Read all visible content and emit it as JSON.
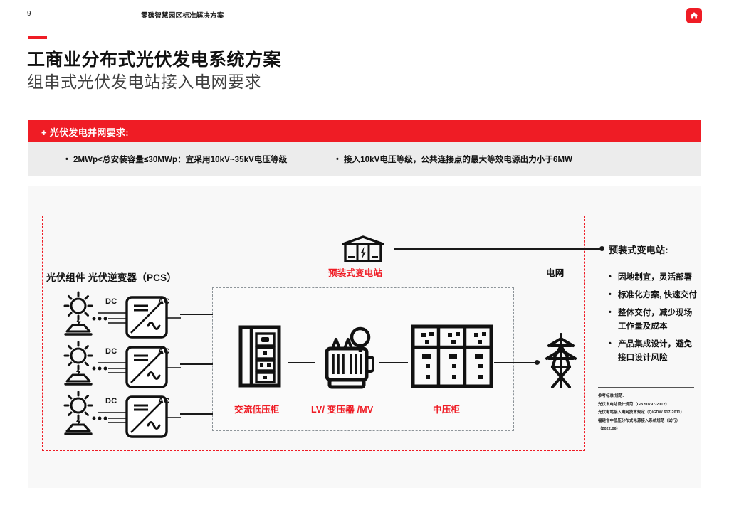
{
  "header": {
    "page_number": "9",
    "doc_title": "零碳智慧园区标准解决方案",
    "logo_icon": "home-icon"
  },
  "title": {
    "main": "工商业分布式光伏发电系统方案",
    "sub": "组串式光伏发电站接入电网要求"
  },
  "requirements": {
    "band_label": "+ 光伏发电并网要求:",
    "items": [
      "2MWp<总安装容量≤30MWp：宜采用10kV~35kV电压等级",
      "接入10kV电压等级，公共连接点的最大等效电源出力小于6MW"
    ]
  },
  "diagram": {
    "pv_row_label": "光伏组件  光伏逆变器（PCS）",
    "grid_label": "电网",
    "substation_label": "预装式变电站",
    "dc_label": "DC",
    "ac_label": "AC",
    "equipment": [
      {
        "name": "ac-low-voltage-cabinet",
        "label": "交流低压柜"
      },
      {
        "name": "transformer",
        "label": "LV/ 变压器 /MV"
      },
      {
        "name": "medium-voltage-cabinet",
        "label": "中压柜"
      }
    ]
  },
  "info_panel": {
    "title": "预装式变电站:",
    "bullets": [
      "因地制宜，灵活部署",
      "标准化方案, 快速交付",
      "整体交付，减少现场工作量及成本",
      "产品集成设计，避免接口设计风险"
    ],
    "references_heading": "参考标准/规范:",
    "references": [
      "光伏发电站设计规范（GB 50797-2012）",
      "光伏电站接入电网技术规定（Q/GDW 617-2011）",
      "福建省中低压分布式电源接入系统规范（试行）",
      "（2022.06）"
    ]
  },
  "colors": {
    "brand_red": "#ef1c25",
    "band_body": "#ececec",
    "panel_bg": "#f8f8f8",
    "ink": "#111111"
  }
}
